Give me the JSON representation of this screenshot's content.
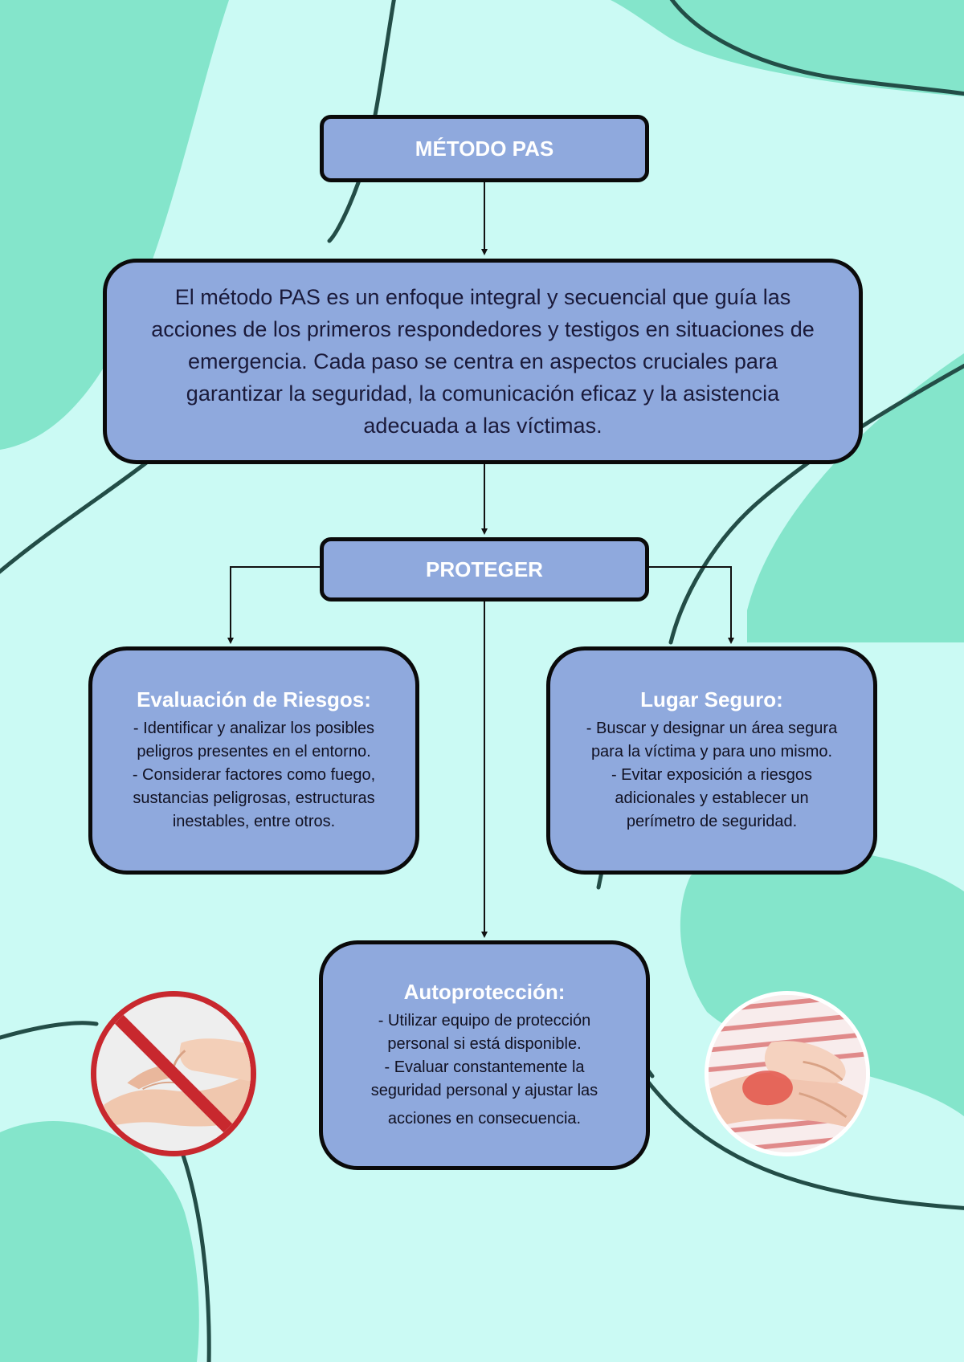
{
  "diagram": {
    "title": "MÉTODO PAS",
    "description": "El método PAS es un enfoque integral y secuencial que guía las acciones de los primeros respondedores y testigos en situaciones de emergencia. Cada paso se centra en aspectos cruciales para garantizar la seguridad, la comunicación eficaz y la asistencia adecuada a las víctimas.",
    "step": "PROTEGER",
    "cards": [
      {
        "heading": "Evaluación de Riesgos:",
        "lines": [
          "- Identificar y analizar los posibles",
          "peligros presentes en el entorno.",
          "- Considerar factores como fuego,",
          "sustancias peligrosas, estructuras",
          "inestables, entre otros."
        ]
      },
      {
        "heading": "Lugar Seguro:",
        "lines": [
          "- Buscar y designar un área segura",
          "para la víctima y para uno mismo.",
          "- Evitar exposición a riesgos",
          "adicionales y establecer un",
          "perímetro de seguridad."
        ]
      },
      {
        "heading": "Autoprotección:",
        "lines": [
          "- Utilizar equipo de protección",
          "personal si está disponible.",
          "- Evaluar constantemente la",
          "seguridad personal y ajustar las",
          "acciones en consecuencia."
        ]
      }
    ]
  },
  "colors": {
    "background": "#cbfaf4",
    "blob": "#84e5cb",
    "box_fill": "#8fa9dd",
    "stroke": "#0a0a0a",
    "no_sign": "#c8282e"
  },
  "images": [
    {
      "icon": "no-touch-wrist-image"
    },
    {
      "icon": "red-painful-hand-image"
    }
  ]
}
